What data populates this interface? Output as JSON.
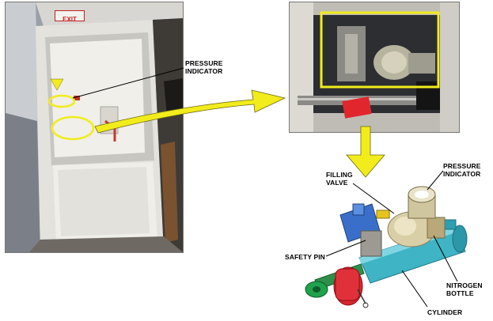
{
  "door_photo": {
    "exit_sign": "EXIT"
  },
  "labels": {
    "pressure_indicator_photo": [
      "PRESSURE",
      "INDICATOR"
    ],
    "filling_valve": [
      "FILLING",
      "VALVE"
    ],
    "pressure_indicator_diagram": [
      "PRESSURE",
      "INDICATOR"
    ],
    "safety_pin": [
      "SAFETY PIN"
    ],
    "nitrogen_bottle": [
      "NITROGEN",
      "BOTTLE"
    ],
    "cylinder": [
      "CYLINDER"
    ]
  },
  "colors": {
    "highlight": "#f2ec1c",
    "cylinder": "#3fb4c4",
    "safety_pin_flag": "#d8262e",
    "bottle": "#d9cfa6",
    "valve_block": "#3a6fc9",
    "fitting_green": "#22a04a"
  }
}
